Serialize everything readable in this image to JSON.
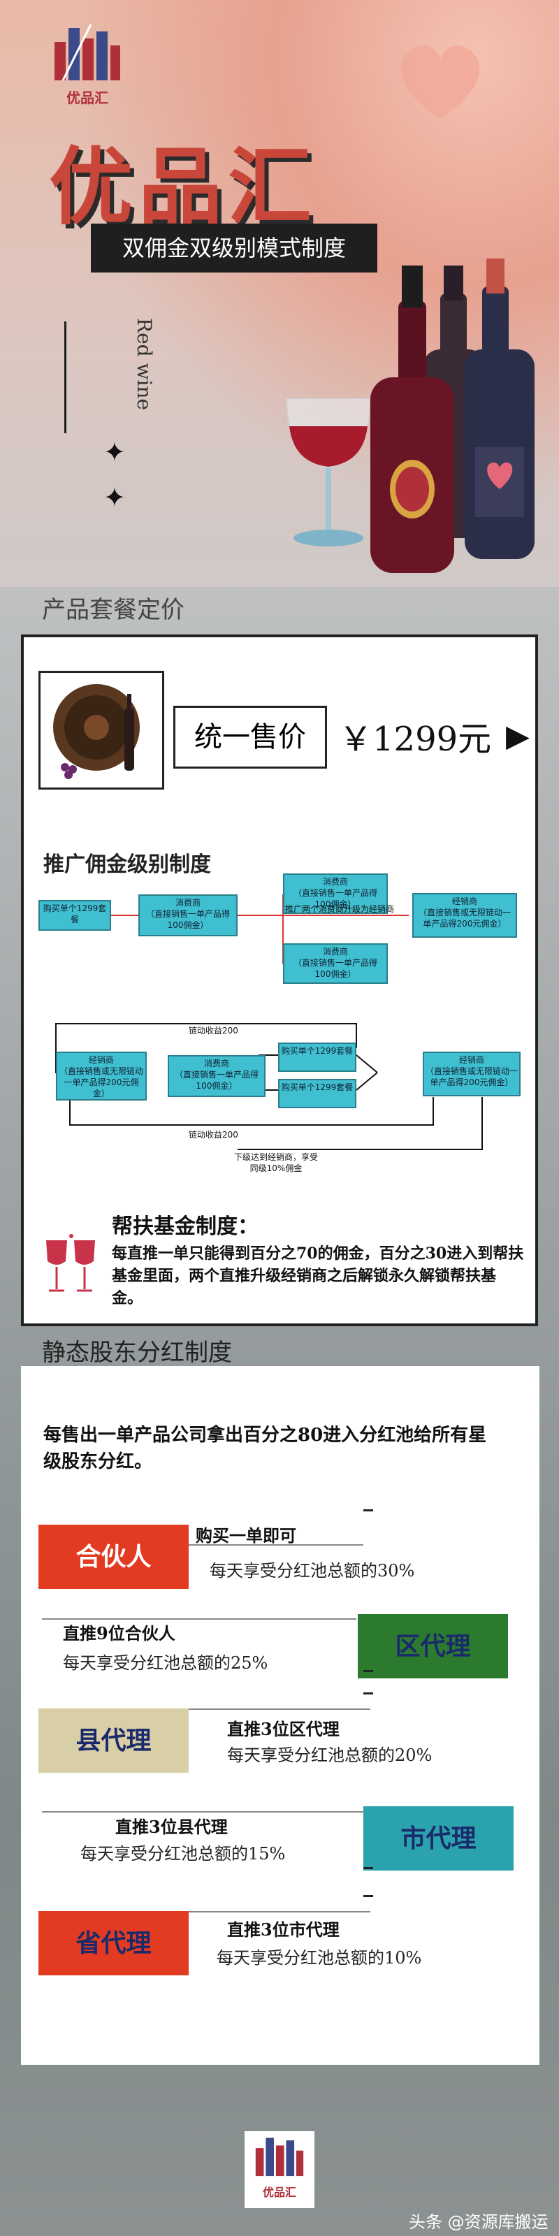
{
  "brand": {
    "logo_text": "优品汇",
    "title": "优品汇",
    "subtitle": "双佣金双级别模式制度",
    "vertical_text": "Red wine"
  },
  "colors": {
    "brand_red": "#c9473a",
    "flow_box": "#3fbfd0",
    "tag_red": "#e33b22",
    "tag_green": "#2c7a2e",
    "tag_beige": "#d9cfa7",
    "tag_teal": "#2aa3ad"
  },
  "package": {
    "section_title": "产品套餐定价",
    "unified_price_label": "统一售价",
    "price": "￥1299元",
    "arrow": "▶"
  },
  "flow": {
    "title": "推广佣金级别制度",
    "box_buy": "购买单个1299套餐",
    "box_consumer": "消费商\n（直接销售一单产品得100佣金）",
    "box_consumer_top": "消费商\n（直接销售一单产品得100佣金）",
    "box_consumer_bottom": "消费商\n（直接销售一单产品得100佣金）",
    "upgrade_label": "推广两个消费商升级为经销商",
    "box_dealer": "经销商\n（直接销售或无限链动一单产品得200元佣金）",
    "chain_top": "链动收益200",
    "box_dealer2": "经销商\n（直接销售或无限链动一单产品得200元佣金）",
    "box_consumer2": "消费商\n（直接销售一单产品得100佣金）",
    "buy_a": "购买单个1299套餐",
    "buy_b": "购买单个1299套餐",
    "box_dealer3": "经销商\n（直接销售或无限链动一单产品得200元佣金）",
    "chain_bottom": "链动收益200",
    "downline_note": "下级达到经销商，享受同级10%佣金"
  },
  "fund": {
    "title": "帮扶基金制度：",
    "text": "每直推一单只能得到百分之70的佣金，百分之30进入到帮扶基金里面，两个直推升级经销商之后解锁永久解锁帮扶基金。"
  },
  "dividend": {
    "section_title": "静态股东分红制度",
    "intro": "每售出一单产品公司拿出百分之80进入分红池给所有星级股东分红。",
    "tiers": [
      {
        "tag": "合伙人",
        "cond": "购买一单即可",
        "share": "每天享受分红池总额的30%"
      },
      {
        "tag": "区代理",
        "cond": "直推9位合伙人",
        "share": "每天享受分红池总额的25%"
      },
      {
        "tag": "县代理",
        "cond": "直推3位区代理",
        "share": "每天享受分红池总额的20%"
      },
      {
        "tag": "市代理",
        "cond": "直推3位县代理",
        "share": "每天享受分红池总额的15%"
      },
      {
        "tag": "省代理",
        "cond": "直推3位市代理",
        "share": "每天享受分红池总额的10%"
      }
    ]
  },
  "footer": {
    "logo_text": "优品汇",
    "watermark": "头条 @资源库搬运"
  }
}
